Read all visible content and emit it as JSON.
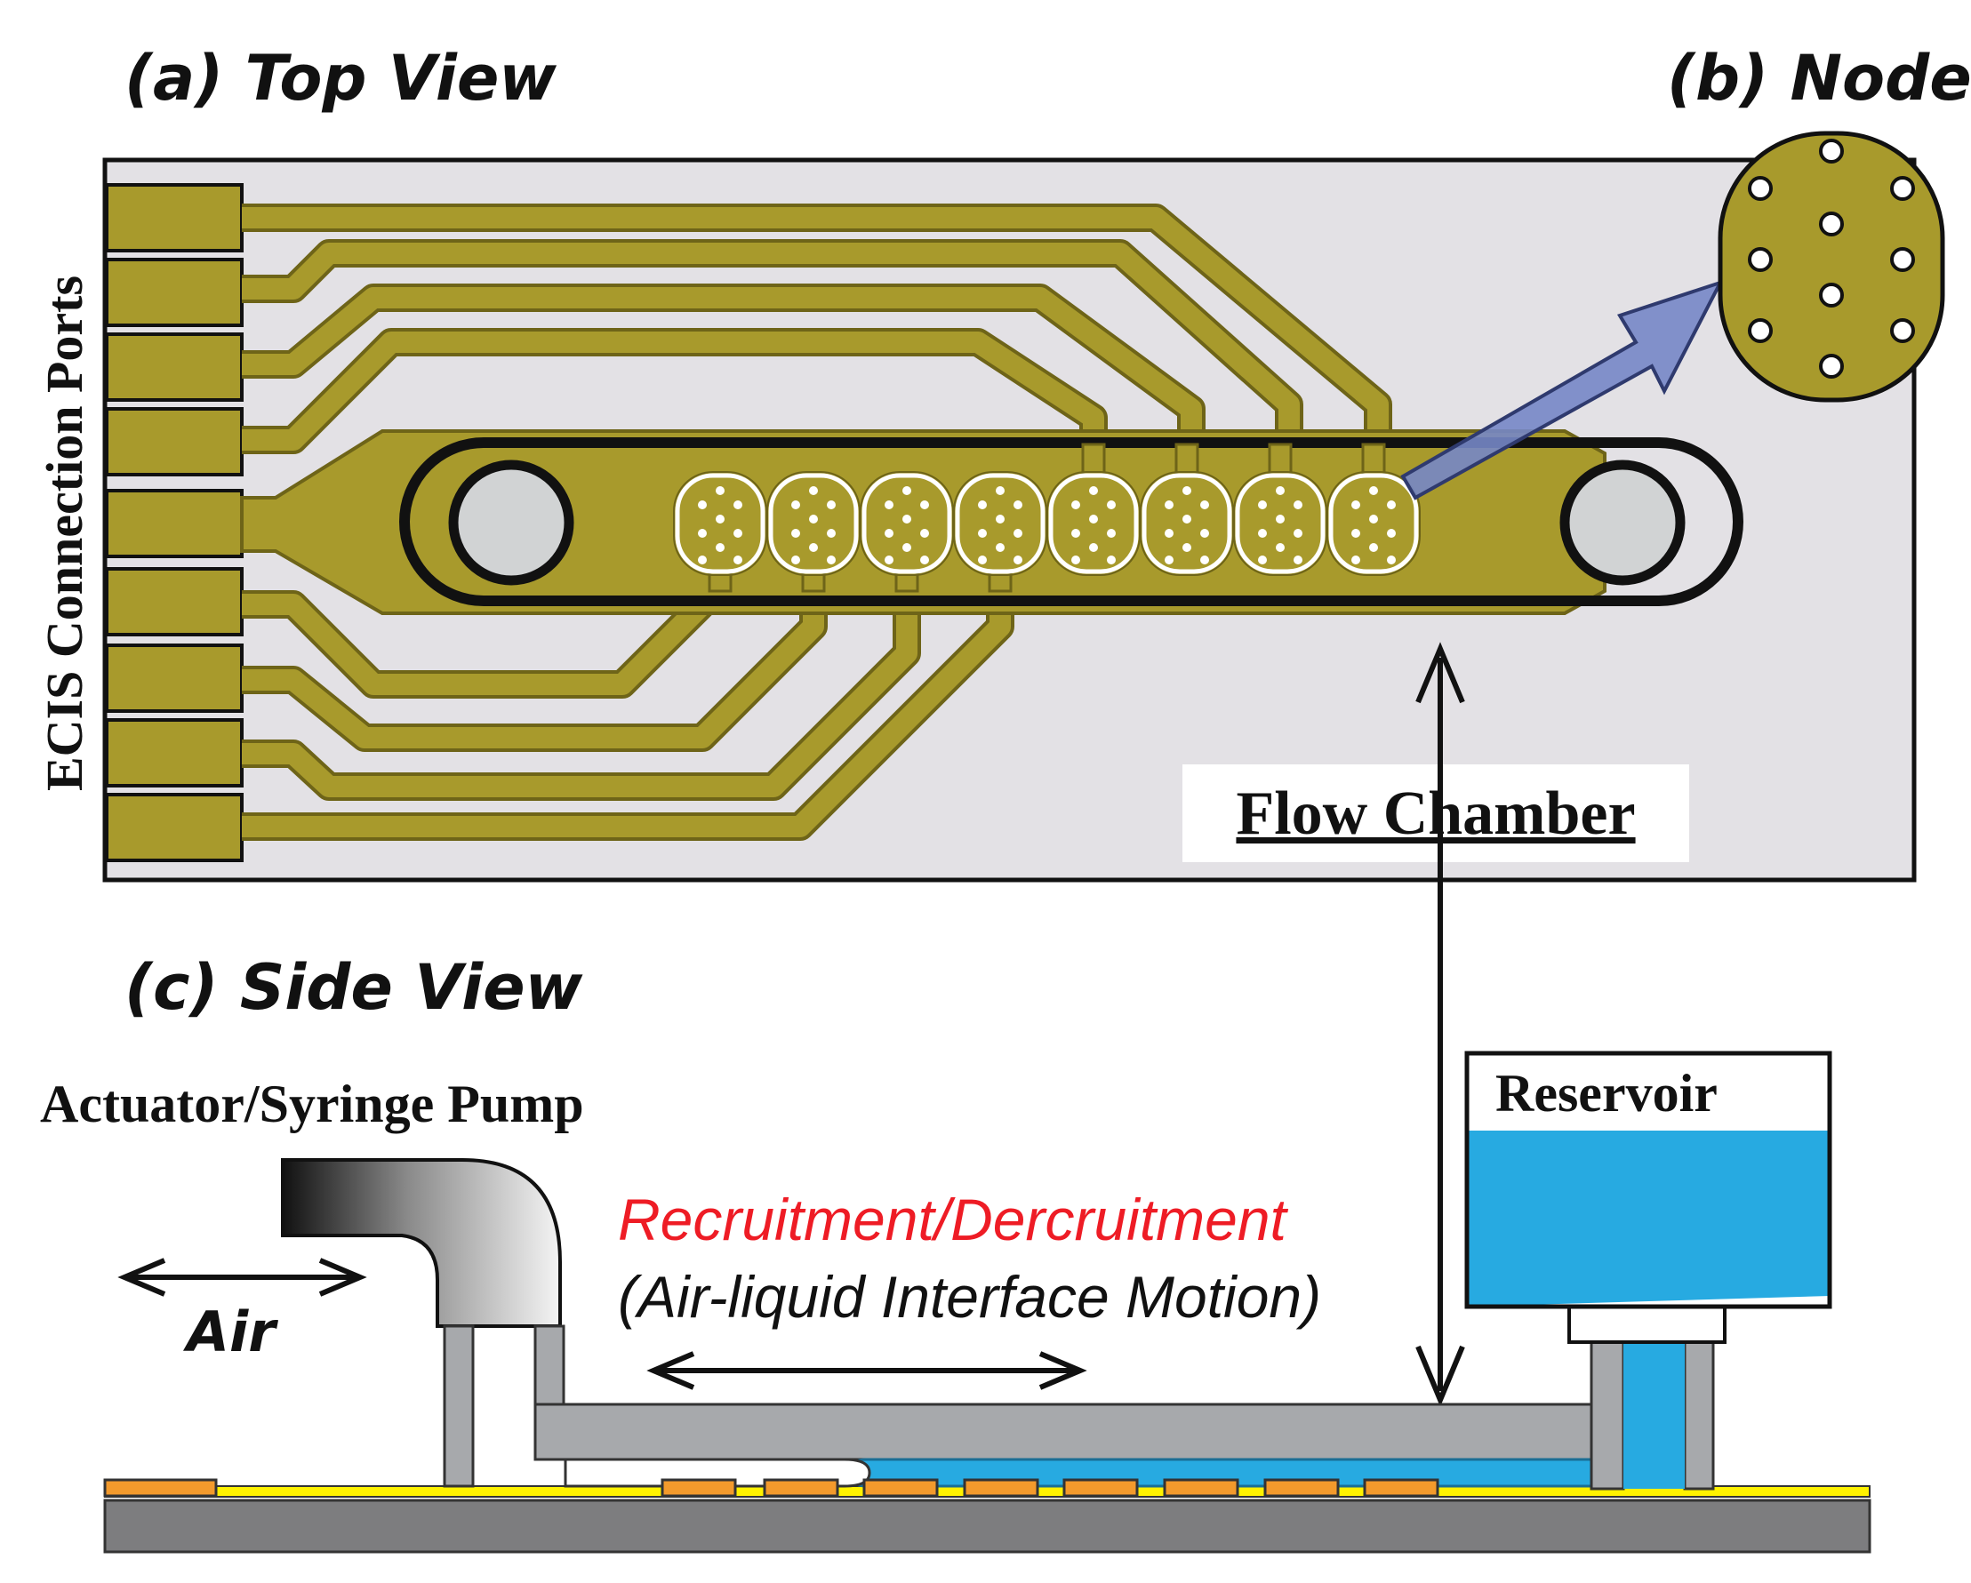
{
  "labels": {
    "top_view": "(a) Top View",
    "node": "(b) Node",
    "side_view": "(c) Side View",
    "ecis_ports": "ECIS Connection Ports",
    "flow_chamber": "Flow Chamber",
    "actuator": "Actuator/Syringe Pump",
    "air": "Air",
    "reservoir": "Reservoir",
    "recruitment": "Recruitment/Dercruitment",
    "interface_motion": "(Air-liquid Interface Motion)"
  },
  "colors": {
    "gold": "#a89a2c",
    "gold_dark": "#6e6418",
    "panel": "#e3e1e5",
    "liquid": "#27aae1",
    "electrode_orange": "#f39a2c",
    "substrate": "#7d7d7f",
    "tube_gray": "#a7a9ac",
    "arrow_blue": "#7587c6",
    "recruit_red": "#ee1c25"
  }
}
